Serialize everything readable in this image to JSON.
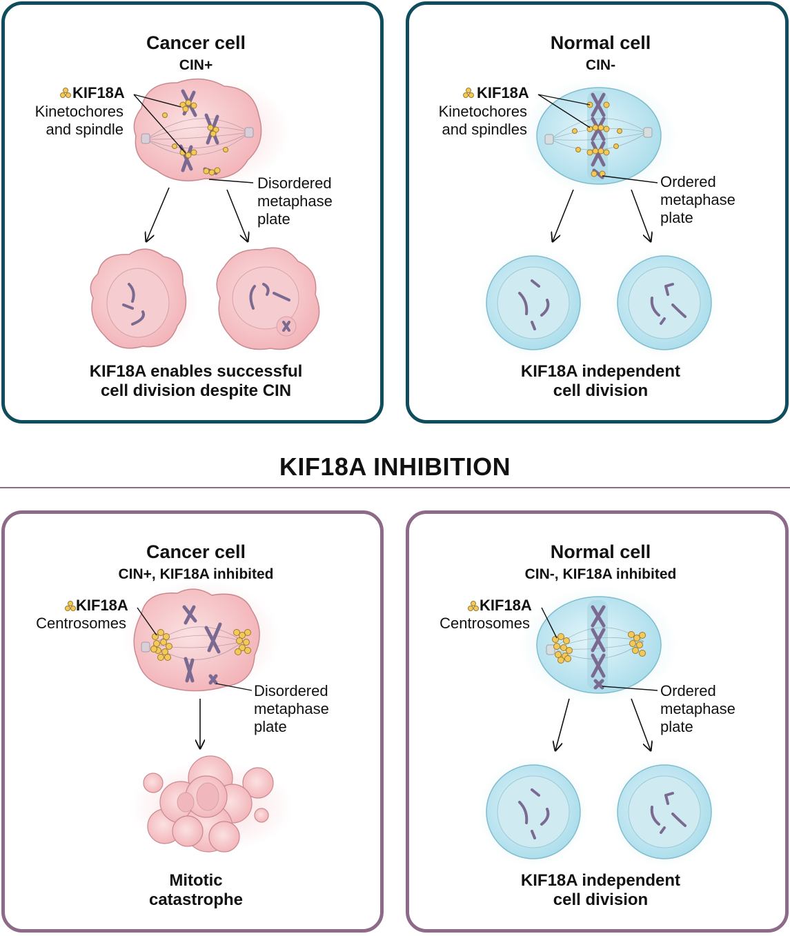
{
  "section_heading": "KIF18A INHIBITION",
  "panels": [
    {
      "title": "Cancer cell",
      "subtitle": "CIN+",
      "kif_label": "KIF18A",
      "kif_desc": [
        "Kinetochores",
        "and spindle"
      ],
      "plate_label": [
        "Disordered",
        "metaphase",
        "plate"
      ],
      "caption": [
        "KIF18A enables successful",
        "cell division despite CIN"
      ]
    },
    {
      "title": "Normal cell",
      "subtitle": "CIN-",
      "kif_label": "KIF18A",
      "kif_desc": [
        "Kinetochores",
        "and spindles"
      ],
      "plate_label": [
        "Ordered",
        "metaphase",
        "plate"
      ],
      "caption": [
        "KIF18A independent",
        "cell division"
      ]
    },
    {
      "title": "Cancer cell",
      "subtitle": "CIN+, KIF18A inhibited",
      "kif_label": "KIF18A",
      "kif_desc": [
        "Centrosomes"
      ],
      "plate_label": [
        "Disordered",
        "metaphase",
        "plate"
      ],
      "caption": [
        "Mitotic",
        "catastrophe"
      ]
    },
    {
      "title": "Normal cell",
      "subtitle": "CIN-, KIF18A inhibited",
      "kif_label": "KIF18A",
      "kif_desc": [
        "Centrosomes"
      ],
      "plate_label": [
        "Ordered",
        "metaphase",
        "plate"
      ],
      "caption": [
        "KIF18A independent",
        "cell division"
      ]
    }
  ],
  "colors": {
    "teal_border": "#0f4c5c",
    "plum_border": "#8e6a8a",
    "cancer_pink": "#f6c6c9",
    "normal_blue": "#bfe6ef",
    "chromosome": "#7a6a92",
    "kif18a_dot": "#f4c95a"
  }
}
